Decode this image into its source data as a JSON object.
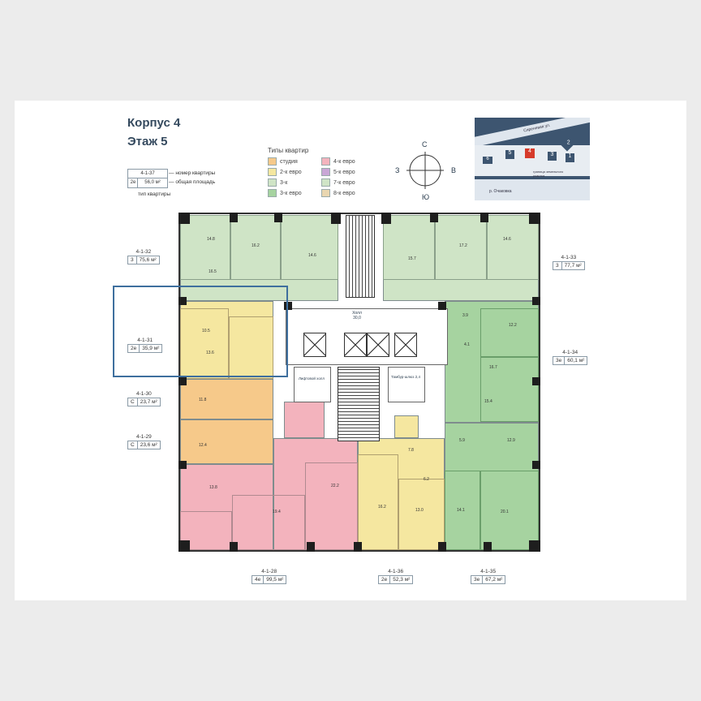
{
  "header": {
    "building": "Корпус 4",
    "floor": "Этаж 5"
  },
  "key": {
    "apartment_number": "4-1-37",
    "type": "2е",
    "area": "56,0 м²",
    "number_note": "номер квартиры",
    "area_note": "общая площадь",
    "type_note": "тип квартиры"
  },
  "legend": {
    "title": "Типы квартир",
    "items": [
      {
        "label": "студия",
        "color": "#f6c98a"
      },
      {
        "label": "2-к евро",
        "color": "#f5e7a0"
      },
      {
        "label": "3-к",
        "color": "#cfe4c6"
      },
      {
        "label": "3-к евро",
        "color": "#a6d3a0"
      },
      {
        "label": "4-к евро",
        "color": "#f3b3bd"
      },
      {
        "label": "5-к евро",
        "color": "#c9a6d6"
      },
      {
        "label": "7-к евро",
        "color": "#cfe4c6"
      },
      {
        "label": "8-к евро",
        "color": "#e9d6b0"
      }
    ]
  },
  "compass": {
    "n": "С",
    "s": "Ю",
    "w": "З",
    "e": "В"
  },
  "site_plan": {
    "street": "Сиреневая ул.",
    "buildings": [
      "6",
      "5",
      "4",
      "3",
      "2",
      "1"
    ],
    "river": "р. Очаковка",
    "boundary": "граница земельного участка"
  },
  "apartments": [
    {
      "id": "4-1-32",
      "type": "3",
      "area": "75,6 м²"
    },
    {
      "id": "4-1-31",
      "type": "2е",
      "area": "35,9 м²"
    },
    {
      "id": "4-1-30",
      "type": "С",
      "area": "23,7 м²"
    },
    {
      "id": "4-1-29",
      "type": "С",
      "area": "23,6 м²"
    },
    {
      "id": "4-1-33",
      "type": "3",
      "area": "77,7 м²"
    },
    {
      "id": "4-1-34",
      "type": "3е",
      "area": "60,1 м²"
    },
    {
      "id": "4-1-28",
      "type": "4е",
      "area": "99,5 м²"
    },
    {
      "id": "4-1-36",
      "type": "2е",
      "area": "52,3 м²"
    },
    {
      "id": "4-1-35",
      "type": "3е",
      "area": "67,2 м²"
    }
  ],
  "core": {
    "hall": "Холл",
    "hall_area": "30,0",
    "lift_hall": "Лифтовой холл",
    "tambour": "Тамбур-шлюз 2,4"
  },
  "rooms": [
    "14.8",
    "16.2",
    "14.6",
    "15.7",
    "17.2",
    "14.6",
    "16.5",
    "10.5",
    "13.6",
    "11.8",
    "12.4",
    "13.8",
    "19.4",
    "22.2",
    "16.2",
    "13.0",
    "16.7",
    "15.4",
    "12.9",
    "14.1",
    "20.1",
    "12.2",
    "3.9",
    "4.1",
    "7.8",
    "5.9",
    "6.2"
  ]
}
